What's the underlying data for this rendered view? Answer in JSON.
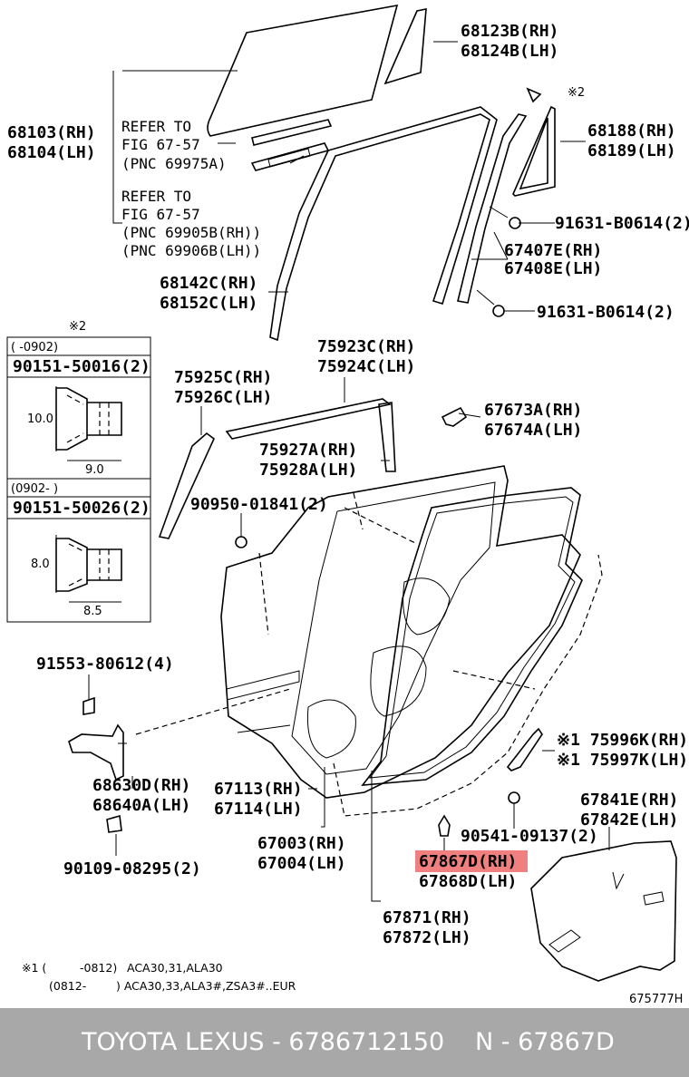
{
  "labels": {
    "p68123": [
      "68123B(RH)",
      "68124B(LH)"
    ],
    "p68103": [
      "68103(RH)",
      "68104(LH)"
    ],
    "refer1": [
      "REFER TO",
      "FIG 67-57",
      "(PNC 69975A)"
    ],
    "refer2": [
      "REFER TO",
      "FIG 67-57",
      "(PNC 69905B(RH))",
      "(PNC 69906B(LH))"
    ],
    "p68188": [
      "68188(RH)",
      "68189(LH)"
    ],
    "p91631a": "91631-B0614(2)",
    "p67407": [
      "67407E(RH)",
      "67408E(LH)"
    ],
    "p68142": [
      "68142C(RH)",
      "68152C(LH)"
    ],
    "p91631b": "91631-B0614(2)",
    "mark2_top": "※2",
    "p75923": [
      "75923C(RH)",
      "75924C(LH)"
    ],
    "p75925": [
      "75925C(RH)",
      "75926C(LH)"
    ],
    "p67673": [
      "67673A(RH)",
      "67674A(LH)"
    ],
    "p75927": [
      "75927A(RH)",
      "75928A(LH)"
    ],
    "p90950": "90950-01841(2)",
    "p91553": "91553-80612(4)",
    "p68630": [
      "68630D(RH)",
      "68640A(LH)"
    ],
    "p67113": [
      "67113(RH)",
      "67114(LH)"
    ],
    "p75996": [
      "※1 75996K(RH)",
      "※1 75997K(LH)"
    ],
    "p90541": "90541-09137(2)",
    "p67841": [
      "67841E(RH)",
      "67842E(LH)"
    ],
    "p67003": [
      "67003(RH)",
      "67004(LH)"
    ],
    "p67867": [
      "67867D(RH)",
      "67868D(LH)"
    ],
    "p90109": "90109-08295(2)",
    "p67871": [
      "67871(RH)",
      "67872(LH)"
    ],
    "figure_code": "675777H"
  },
  "inset": {
    "mark": "※2",
    "row1_date": "(      -0902)",
    "row1_part": "90151-50016(2)",
    "row1_dim_h": "10.0",
    "row1_dim_w": "9.0",
    "row2_date": "(0902-        )",
    "row2_part": "90151-50026(2)",
    "row2_dim_h": "8.0",
    "row2_dim_w": "8.5"
  },
  "footnotes": {
    "line1_mark": "※1 (",
    "line1_range": "-0812)",
    "line1_models": "ACA30,31,ALA30",
    "line2_range": "(0812-",
    "line2_models": ") ACA30,33,ALA3#,ZSA3#..EUR"
  },
  "footer": {
    "brand_part": "TOYOTA LEXUS - 6786712150",
    "code": "N - 67867D"
  },
  "colors": {
    "highlight": "#f08080",
    "footer_bg": "#a8a8a8",
    "footer_text": "#ffffff"
  }
}
